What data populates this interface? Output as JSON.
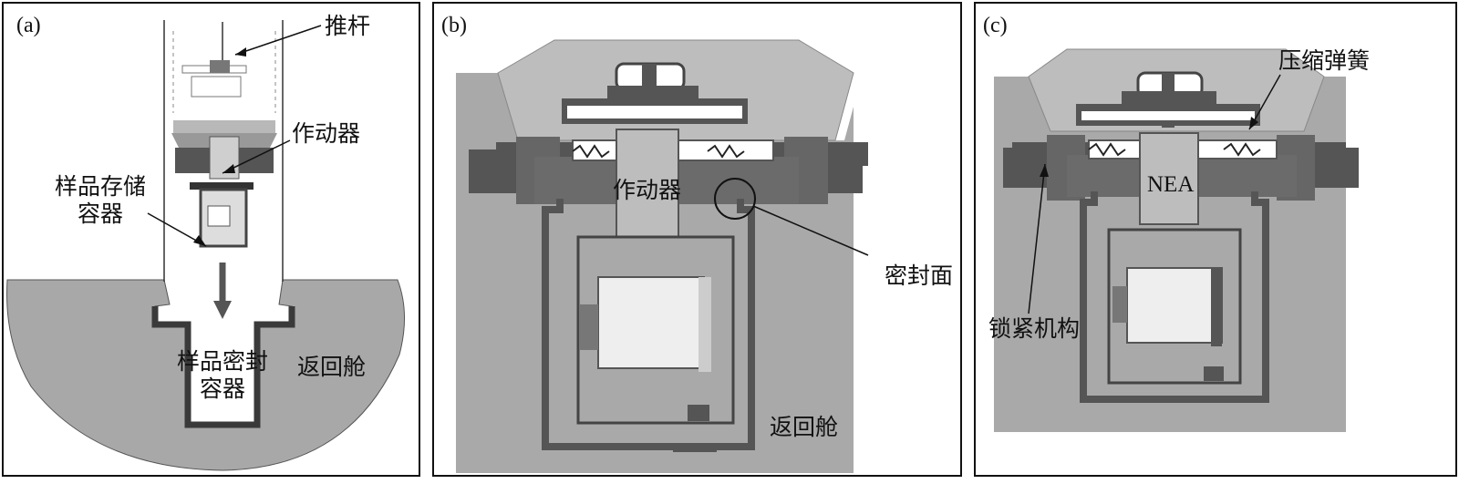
{
  "panels": {
    "a": {
      "tag": "(a)",
      "labels": {
        "push_rod": "推杆",
        "actuator": "作动器",
        "storage_line1": "样品存储",
        "storage_line2": "容器",
        "seal_line1": "样品密封",
        "seal_line2": "容器",
        "capsule": "返回舱"
      }
    },
    "b": {
      "tag": "(b)",
      "labels": {
        "actuator": "作动器",
        "seal_face": "密封面",
        "capsule": "返回舱"
      }
    },
    "c": {
      "tag": "(c)",
      "labels": {
        "spring": "压缩弹簧",
        "nea": "NEA",
        "lock": "锁紧机构"
      }
    }
  },
  "colors": {
    "structure_dark": "#4a4a4a",
    "structure_mid": "#9c9c9c",
    "structure_light": "#bdbdbd",
    "background_fill": "#a9a9a9",
    "outline": "#111111"
  }
}
